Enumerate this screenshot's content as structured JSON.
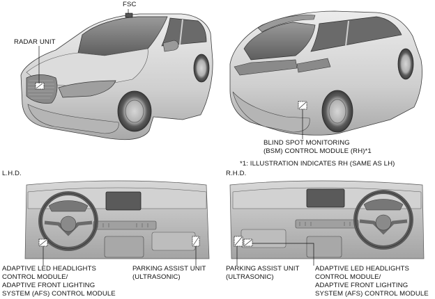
{
  "labels": {
    "fsc": "FSC",
    "radar_unit": "RADAR UNIT",
    "bsm_line1": "BLIND SPOT MONITORING",
    "bsm_line2": "(BSM) CONTROL MODULE (RH)*1",
    "footnote": "*1: ILLUSTRATION INDICATES RH (SAME AS LH)",
    "lhd": "L.H.D.",
    "rhd": "R.H.D.",
    "lhd_afs_line1": "ADAPTIVE LED HEADLIGHTS",
    "lhd_afs_line2": "CONTROL MODULE/",
    "lhd_afs_line3": "ADAPTIVE FRONT LIGHTING",
    "lhd_afs_line4": "SYSTEM (AFS) CONTROL MODULE",
    "lhd_park_line1": "PARKING ASSIST UNIT",
    "lhd_park_line2": "(ULTRASONIC)",
    "rhd_park_line1": "PARKING ASSIST UNIT",
    "rhd_park_line2": "(ULTRASONIC)",
    "rhd_afs_line1": "ADAPTIVE LED HEADLIGHTS",
    "rhd_afs_line2": "CONTROL MODULE/",
    "rhd_afs_line3": "ADAPTIVE FRONT LIGHTING",
    "rhd_afs_line4": "SYSTEM (AFS) CONTROL MODULE"
  },
  "colors": {
    "body_light": "#e3e3e3",
    "body_mid": "#c4c4c4",
    "body_dark": "#8f8f8f",
    "glass": "#6f6f6f",
    "outline": "#3a3a3a"
  }
}
